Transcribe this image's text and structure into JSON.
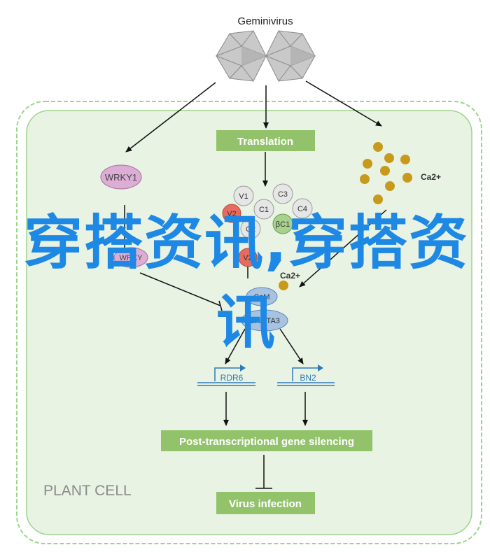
{
  "title": "Geminivirus",
  "nodes": {
    "translation": "Translation",
    "wrky1": "WRKY1",
    "ca2plus": "Ca2+",
    "v1": "V1",
    "c3": "C3",
    "v2_a": "V2",
    "c1": "C1",
    "c4": "C4",
    "c2": "C2",
    "bc1": "βC1",
    "v2_b": "V2",
    "ca2plus_2": "Ca2+",
    "wrky": "WRKY",
    "cam": "CaM",
    "camt3": "CAMTA3",
    "rdr6": "RDR6",
    "bn2": "BN2",
    "ptgs": "Post-transcriptional gene silencing",
    "virus_infection": "Virus infection"
  },
  "cell_label": "PLANT CELL",
  "watermark": "穿搭资讯,穿搭资讯",
  "colors": {
    "box_green": "#92c36a",
    "cell_fill": "#e9f3e4",
    "cell_border": "#8ccf7c",
    "protein_fill": "#e6e6e6",
    "red_protein": "#e76c5f",
    "ca_dot": "#c79a1b",
    "watermark": "#1e88e5",
    "gene_blue": "#2d7ab8"
  }
}
